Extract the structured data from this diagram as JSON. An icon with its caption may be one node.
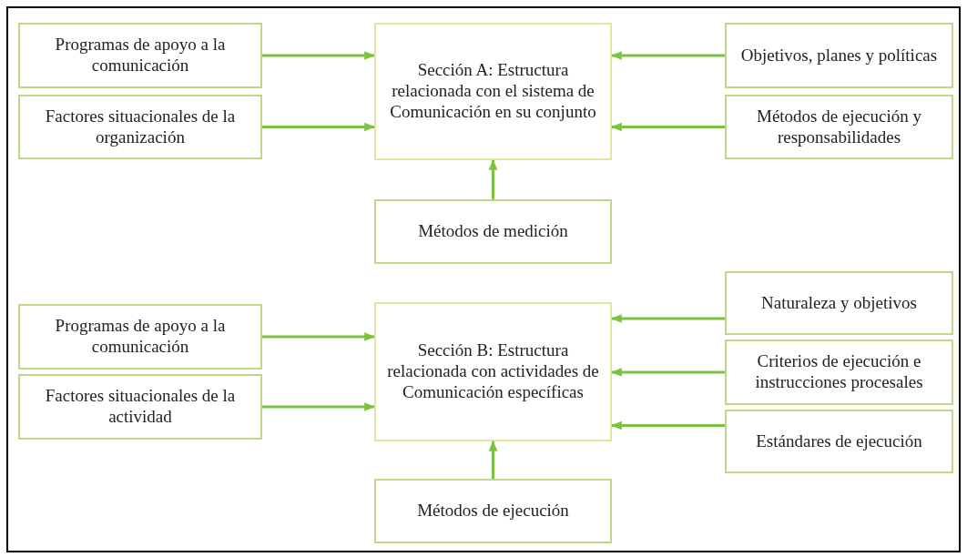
{
  "diagram": {
    "nodes": [
      {
        "text": [
          "Sección A: Estructura relacionada con el sistema de Comunicación en su conjunto"
        ]
      },
      {
        "text": [
          "Programas de apoyo a la comunicación"
        ]
      },
      {
        "text": [
          "Factores situacionales de la organización"
        ]
      },
      {
        "text": [
          "Objetivos, planes y políticas"
        ]
      },
      {
        "text": [
          "Métodos de ejecución y responsabilidades"
        ]
      },
      {
        "text": [
          "Métodos de medición"
        ]
      },
      {
        "text": [
          "Sección B: Estructura relacionada con actividades de Comunicación específicas"
        ]
      },
      {
        "text": [
          "Programas de apoyo a la comunicación"
        ]
      },
      {
        "text": [
          "Factores situacionales de la actividad"
        ]
      },
      {
        "text": [
          "Naturaleza y objetivos"
        ]
      },
      {
        "text": [
          "Criterios de ejecución e instrucciones procesales"
        ]
      },
      {
        "text": [
          "Estándares de ejecución"
        ]
      },
      {
        "text": [
          "Métodos de ejecución"
        ]
      }
    ],
    "edges": [
      {
        "from": 1,
        "to": 0,
        "arrow": "to"
      },
      {
        "from": 2,
        "to": 0,
        "arrow": "to"
      },
      {
        "from": 3,
        "to": 0,
        "arrow": "to"
      },
      {
        "from": 4,
        "to": 0,
        "arrow": "to"
      },
      {
        "from": 5,
        "to": 0,
        "arrow": "to"
      },
      {
        "from": 7,
        "to": 6,
        "arrow": "to"
      },
      {
        "from": 8,
        "to": 6,
        "arrow": "to"
      },
      {
        "from": 9,
        "to": 6,
        "arrow": "to"
      },
      {
        "from": 10,
        "to": 6,
        "arrow": "to"
      },
      {
        "from": 11,
        "to": 6,
        "arrow": "to"
      },
      {
        "from": 12,
        "to": 6,
        "arrow": "to"
      }
    ]
  }
}
